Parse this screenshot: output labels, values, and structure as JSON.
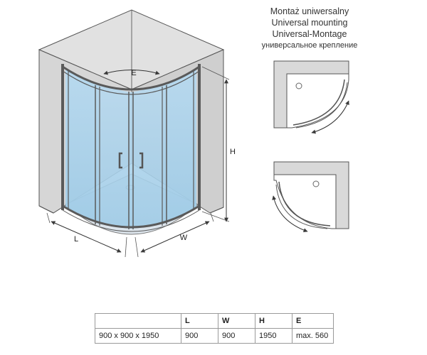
{
  "mounting": {
    "lines": [
      "Montaż uniwersalny",
      "Universal mounting",
      "Universal-Montage",
      "универсальное крепление"
    ]
  },
  "dimension_labels": {
    "e": "E",
    "h": "H",
    "l": "L",
    "w": "W"
  },
  "spec_table": {
    "headers": [
      "",
      "L",
      "W",
      "H",
      "E"
    ],
    "rows": [
      [
        "900 x 900 x 1950",
        "900",
        "900",
        "1950",
        "max. 560"
      ]
    ]
  },
  "colors": {
    "wall": "#d9d9d9",
    "glass": "#a9cfe9",
    "frame": "#5d5d5d",
    "line": "#4a4a4a"
  }
}
